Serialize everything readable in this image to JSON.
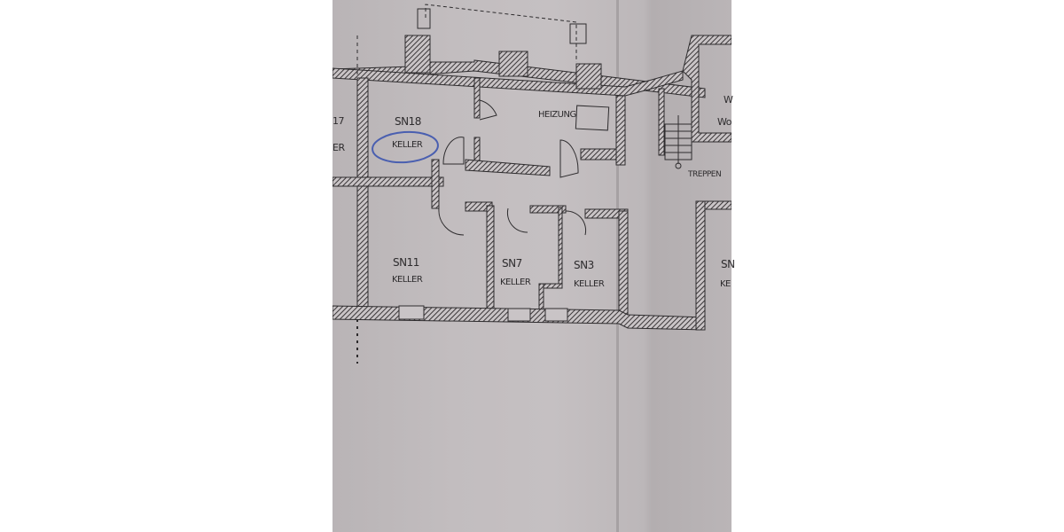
{
  "document": {
    "type": "floor-plan-photo",
    "rooms": [
      {
        "id": "sn17",
        "number": "17",
        "label": "ER",
        "partial": true
      },
      {
        "id": "sn18",
        "number": "SN18",
        "label": "KELLER",
        "highlighted": true
      },
      {
        "id": "heizung",
        "number": "",
        "label": "HEIZUNG"
      },
      {
        "id": "sn11",
        "number": "SN11",
        "label": "KELLER"
      },
      {
        "id": "sn7",
        "number": "SN7",
        "label": "KELLER"
      },
      {
        "id": "sn3",
        "number": "SN3",
        "label": "KELLER"
      },
      {
        "id": "right-partial",
        "number": "SN",
        "label": "KE",
        "partial": true
      }
    ],
    "other_labels": {
      "stairs": "TREPPEN",
      "right_top_1": "W",
      "right_top_2": "Wo"
    },
    "colors": {
      "paper": "#c2bdbf",
      "ink": "#2e2c2e",
      "highlight_circle": "#4a5fb0",
      "background": "#ffffff"
    }
  }
}
